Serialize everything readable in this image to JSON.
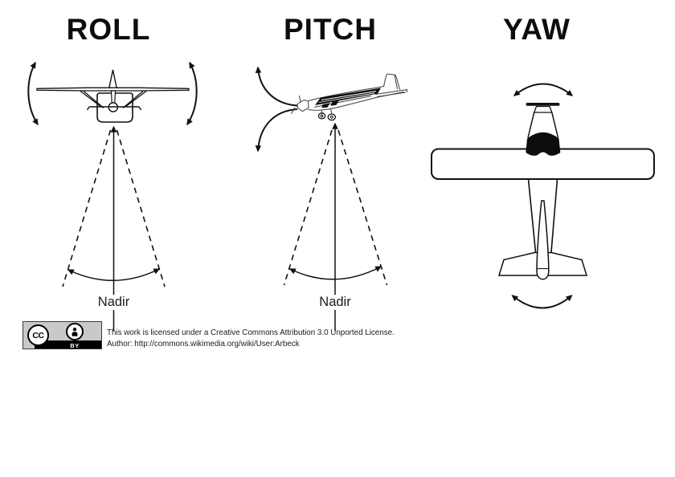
{
  "colors": {
    "ink": "#111111",
    "plane_detail_gray": "#3a3a3a",
    "badge_gray": "#c9c9c9",
    "badge_border": "#3a3a3a",
    "badge_bar_black": "#000000"
  },
  "sections": {
    "roll": {
      "title": "ROLL",
      "nadir_label": "Nadir"
    },
    "pitch": {
      "title": "PITCH",
      "nadir_label": "Nadir"
    },
    "yaw": {
      "title": "YAW"
    }
  },
  "license": {
    "badge": {
      "cc_label": "CC",
      "by_label": "BY"
    },
    "line1": "This work is licensed under a Creative Commons Attribution 3.0 Unported License.",
    "line2": "Author: http://commons.wikimedia.org/wiki/User:Arbeck"
  }
}
